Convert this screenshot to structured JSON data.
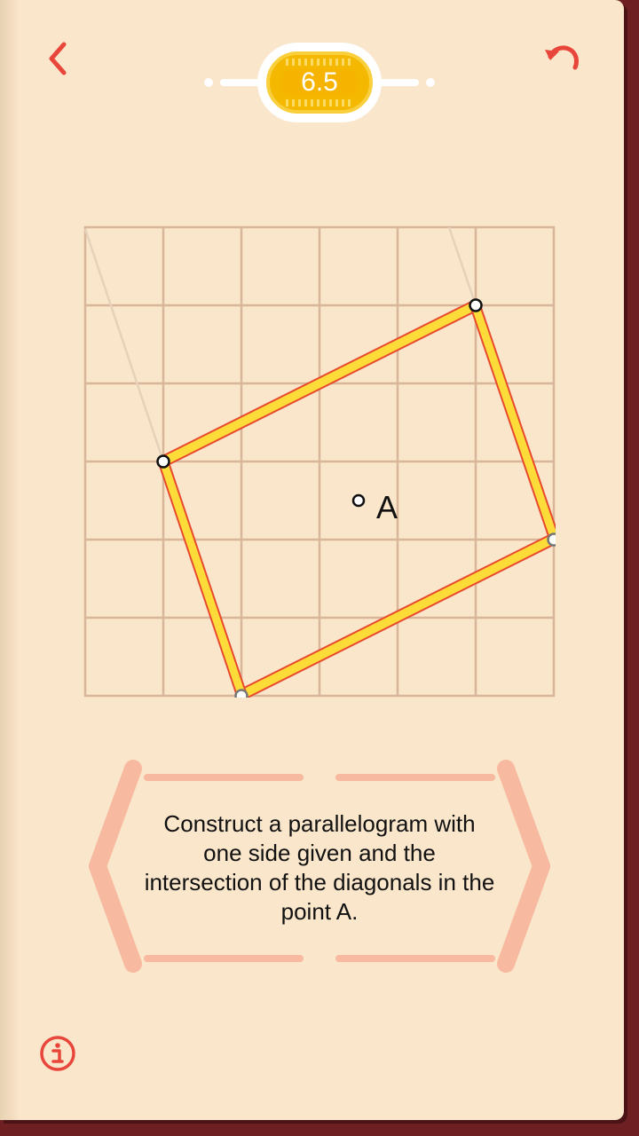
{
  "level": {
    "number": "6.5"
  },
  "puzzle": {
    "point_label": "A",
    "description": "Construct a parallelogram with one side given and the intersection of the diagonals in the point A."
  },
  "colors": {
    "accent": "#e9463b",
    "page": "#fae6cb",
    "grid": "#d9b59a",
    "segment_fill": "#fddc3a",
    "segment_edge": "#e84a2f",
    "card": "#f7b9a0",
    "badge": "#f4b800"
  },
  "icons": {
    "back": "chevron-left-icon",
    "undo": "undo-icon",
    "info": "info-icon"
  }
}
